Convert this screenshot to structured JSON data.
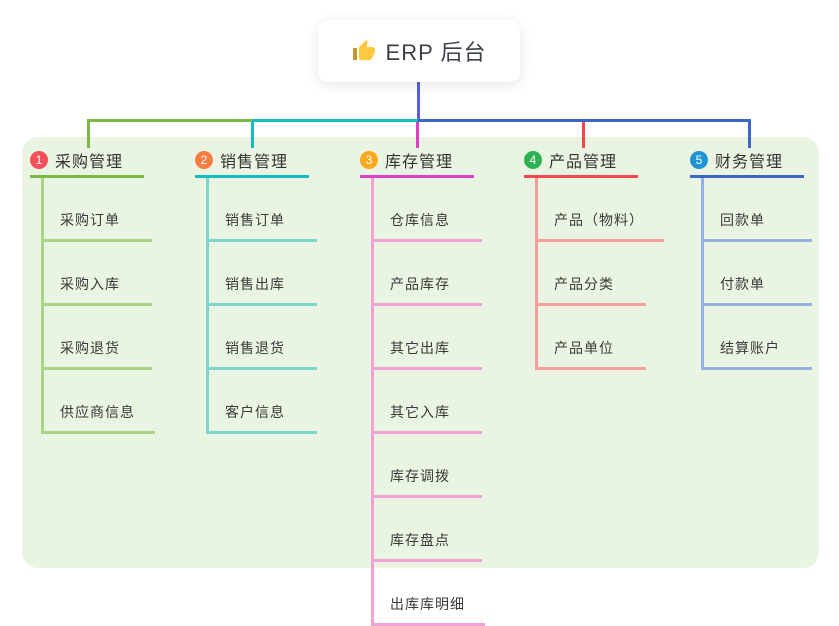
{
  "root": {
    "label": "ERP 后台",
    "icon": "thumbs-up-icon"
  },
  "colors": {
    "panel_bg": "#e9f5e2",
    "root_line": "#5760d8",
    "card_bg": "#ffffff",
    "title_text": "#3b4049",
    "branch_text": "#333333",
    "child_text": "#3a3a3a"
  },
  "branches": [
    {
      "num": "1",
      "label": "采购管理",
      "badge_color": "#f5505a",
      "line_color": "#7cbb41",
      "child_line_color": "#abd584",
      "children": [
        "采购订单",
        "采购入库",
        "采购退货",
        "供应商信息"
      ]
    },
    {
      "num": "2",
      "label": "销售管理",
      "badge_color": "#f97c42",
      "line_color": "#14bebe",
      "child_line_color": "#7dd7cd",
      "children": [
        "销售订单",
        "销售出库",
        "销售退货",
        "客户信息"
      ]
    },
    {
      "num": "3",
      "label": "库存管理",
      "badge_color": "#fba81d",
      "line_color": "#de3fc6",
      "child_line_color": "#f2a2d7",
      "children": [
        "仓库信息",
        "产品库存",
        "其它出库",
        "其它入库",
        "库存调拨",
        "库存盘点",
        "出库库明细"
      ]
    },
    {
      "num": "4",
      "label": "产品管理",
      "badge_color": "#2fb454",
      "line_color": "#f5484d",
      "child_line_color": "#f99e9b",
      "children": [
        "产品（物料）",
        "产品分类",
        "产品单位"
      ]
    },
    {
      "num": "5",
      "label": "财务管理",
      "badge_color": "#2094d3",
      "line_color": "#3a66c9",
      "child_line_color": "#98b0e0",
      "children": [
        "回款单",
        "付款单",
        "结算账户"
      ]
    }
  ]
}
